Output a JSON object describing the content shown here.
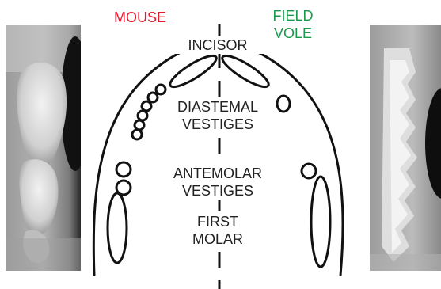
{
  "diagram": {
    "species": {
      "mouse": {
        "label": "MOUSE",
        "color": "#e8192c"
      },
      "field_vole": {
        "label_line1": "FIELD",
        "label_line2": "VOLE",
        "color": "#1a9a4a"
      }
    },
    "structures": {
      "incisor": "INCISOR",
      "diastemal_line1": "DIASTEMAL",
      "diastemal_line2": "VESTIGES",
      "antemolar_line1": "ANTEMOLAR",
      "antemolar_line2": "VESTIGES",
      "molar_line1": "FIRST",
      "molar_line2": "MOLAR"
    },
    "line_color": "#111111"
  }
}
